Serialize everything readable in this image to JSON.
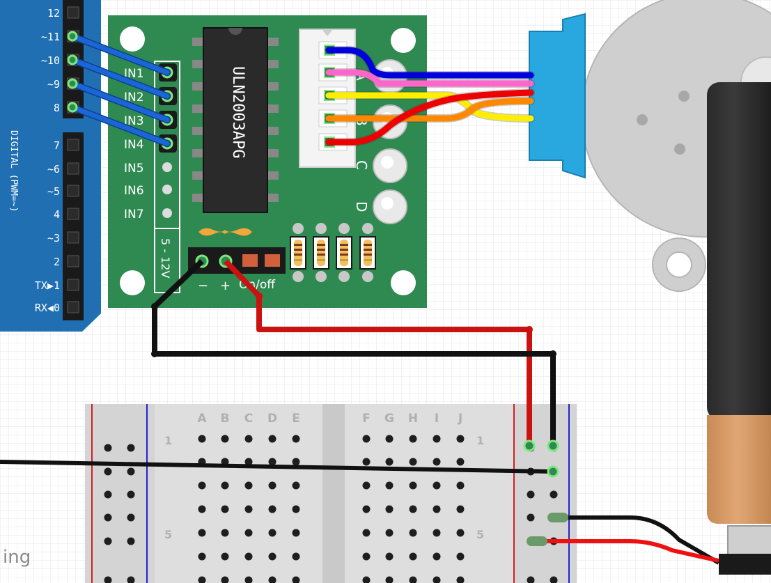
{
  "arduino": {
    "pins": [
      {
        "label": "12",
        "pwm": false
      },
      {
        "label": "11",
        "pwm": true
      },
      {
        "label": "10",
        "pwm": true
      },
      {
        "label": "9",
        "pwm": true
      },
      {
        "label": "8",
        "pwm": false
      },
      {
        "label": "7",
        "pwm": false
      },
      {
        "label": "6",
        "pwm": true
      },
      {
        "label": "5",
        "pwm": true
      },
      {
        "label": "4",
        "pwm": false
      },
      {
        "label": "3",
        "pwm": true
      },
      {
        "label": "2",
        "pwm": false
      },
      {
        "label": "1",
        "pwm": false
      },
      {
        "label": "0",
        "pwm": false
      }
    ],
    "tx_label": "TX",
    "rx_label": "RX",
    "digital_label": "DIGITAL (PWM=~)",
    "board_color": "#1f6fb2"
  },
  "driver": {
    "chip_label": "ULN2003APG",
    "inputs": [
      "IN1",
      "IN2",
      "IN3",
      "IN4",
      "IN5",
      "IN6",
      "IN7"
    ],
    "power_label": "5 - 12V",
    "minus_label": "−",
    "plus_label": "+",
    "onoff_label": "On/off",
    "led_labels": [
      "A",
      "B",
      "C",
      "D"
    ],
    "board_color": "#2f8a52"
  },
  "breadboard": {
    "left_cols": [
      "A",
      "B",
      "C",
      "D",
      "E"
    ],
    "right_cols": [
      "F",
      "G",
      "H",
      "I",
      "J"
    ],
    "row_labels": [
      "1",
      "5"
    ]
  },
  "wires": {
    "signal": "#1b66d6",
    "motor_colors": [
      "#0000dd",
      "#ff66cc",
      "#ffee00",
      "#ff8800",
      "#ee0000"
    ],
    "power_red": "#cc1111",
    "ground_black": "#111111"
  },
  "footer": {
    "brand_fragment": "ing"
  }
}
